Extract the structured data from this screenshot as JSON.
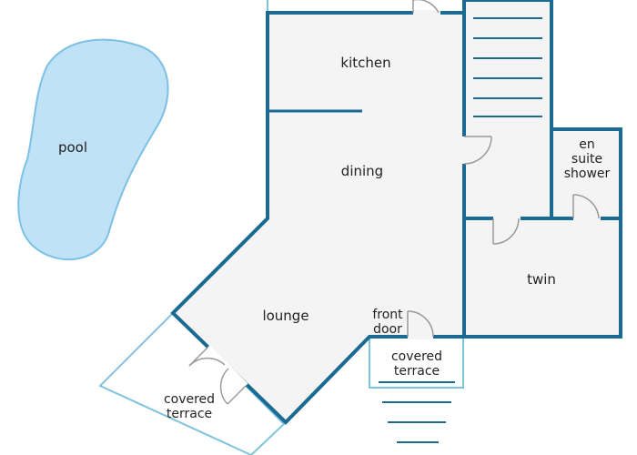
{
  "colors": {
    "wall": "#1a6a92",
    "light_wall": "#7fc3df",
    "floor": "#f4f4f4",
    "pool_fill": "#bfe2f6",
    "pool_edge": "#7cc0e4",
    "door": "#9a9a9a",
    "text": "#222222"
  },
  "labels": {
    "pool": "pool",
    "kitchen": "kitchen",
    "dining": "dining",
    "en_suite_shower": "en suite\nshower",
    "twin": "twin",
    "lounge": "lounge",
    "front_door": "front\ndoor",
    "covered_terrace_front": "covered\nterrace",
    "covered_terrace_side": "covered\nterrace"
  },
  "icons": {
    "door": "door-swing-icon",
    "stairs": "stairs-icon"
  }
}
